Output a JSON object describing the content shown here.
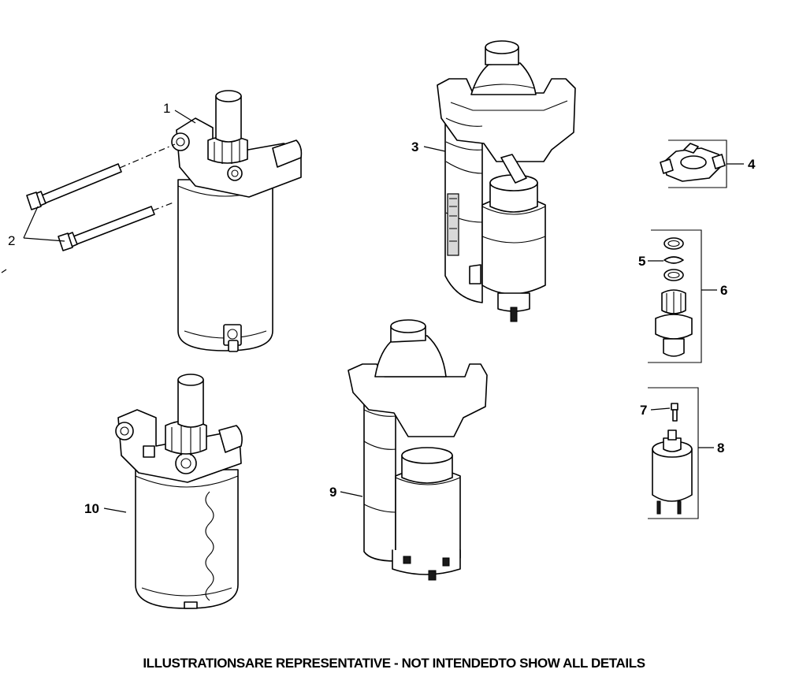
{
  "callouts": [
    {
      "number": "1"
    },
    {
      "number": "2"
    },
    {
      "number": "3"
    },
    {
      "number": "4"
    },
    {
      "number": "5"
    },
    {
      "number": "6"
    },
    {
      "number": "7"
    },
    {
      "number": "8"
    },
    {
      "number": "9"
    },
    {
      "number": "10"
    }
  ],
  "footer": {
    "note": "ILLUSTRATIONSARE REPRESENTATIVE - NOT INTENDEDTO SHOW ALL DETAILS"
  }
}
